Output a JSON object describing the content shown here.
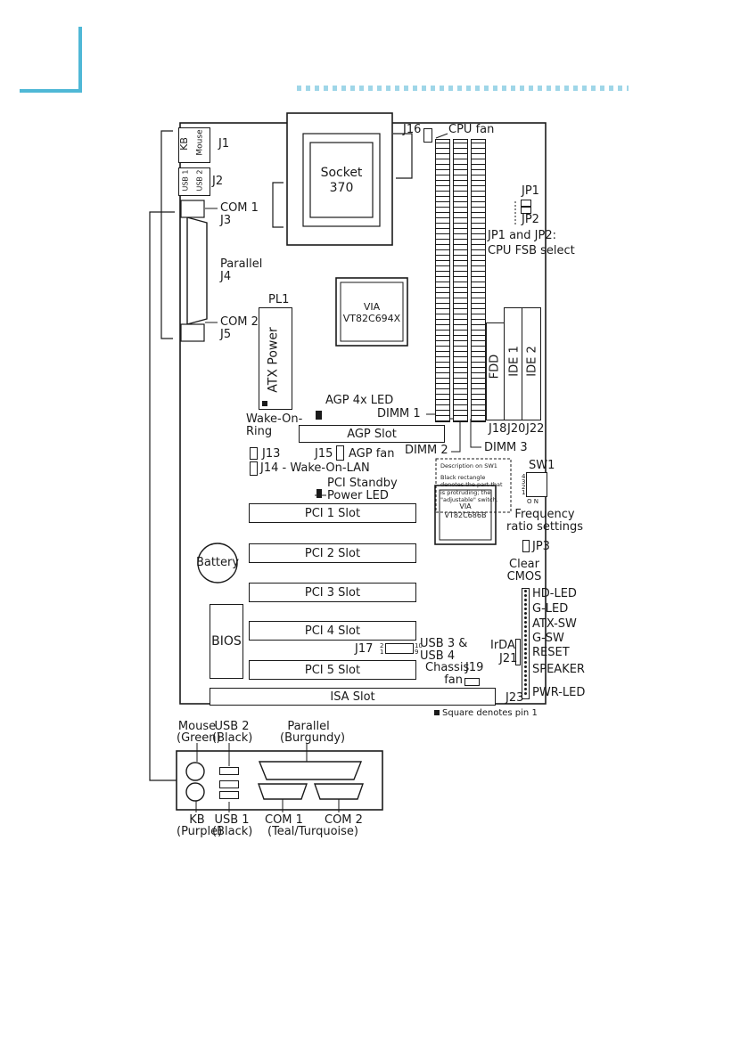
{
  "header": {
    "accent": "#4fb8d6"
  },
  "board": {
    "socket": [
      "Socket",
      "370"
    ],
    "northbridge": [
      "VIA",
      "VT82C694X"
    ],
    "southbridge": [
      "VIA",
      "VT82C686B"
    ],
    "atx_power": "ATX Power",
    "bios": "BIOS",
    "battery": "Battery",
    "slots": {
      "agp": "AGP Slot",
      "pci1": "PCI 1 Slot",
      "pci2": "PCI 2 Slot",
      "pci3": "PCI 3 Slot",
      "pci4": "PCI 4 Slot",
      "pci5": "PCI 5 Slot",
      "isa": "ISA Slot"
    },
    "drives": {
      "fdd": "FDD",
      "ide1": "IDE 1",
      "ide2": "IDE 2"
    },
    "ports_stack": {
      "kb": "KB",
      "mouse": "Mouse",
      "usb1": "USB 1",
      "usb2": "USB 2"
    },
    "sw1_note": [
      "Description on SW1",
      "Black rectangle",
      "denotes the part that",
      "is protruding; the",
      "\"adjustable\" switch."
    ],
    "sw1_nums": [
      "4",
      "3",
      "2",
      "1"
    ],
    "sw1_onoff": "O N",
    "j17_pins": {
      "tl": "2",
      "bl": "1",
      "tr": "10",
      "br": "9"
    }
  },
  "labels": {
    "j16": "J16",
    "cpu_fan": "CPU fan",
    "j1": "J1",
    "j2": "J2",
    "com1_j3": [
      "COM 1",
      "J3"
    ],
    "parallel_j4": [
      "Parallel",
      "J4"
    ],
    "com2_j5": [
      "COM 2",
      "J5"
    ],
    "jp1": "JP1",
    "jp2": "JP2",
    "jp1_jp2": [
      "JP1 and JP2:",
      "CPU FSB select"
    ],
    "pl1": "PL1",
    "agp_led": "AGP 4x LED",
    "wake_ring": [
      "Wake-On-",
      "Ring"
    ],
    "j13": "J13",
    "j15": "J15",
    "agp_fan": "AGP fan",
    "j14": "J14 - Wake-On-LAN",
    "pci_standby": [
      "PCI Standby",
      "Power LED"
    ],
    "dimm1": "DIMM 1",
    "dimm2": "DIMM 2",
    "dimm3": "DIMM 3",
    "j18": "J18",
    "j20": "J20",
    "j22": "J22",
    "sw1": "SW1",
    "freq": [
      "Frequency",
      "ratio settings"
    ],
    "jp3": "JP3",
    "clear_cmos": [
      "Clear",
      "CMOS"
    ],
    "hd_led": "HD-LED",
    "g_led": "G-LED",
    "atx_sw": "ATX-SW",
    "g_sw": "G-SW",
    "reset": "RESET",
    "speaker": "SPEAKER",
    "pwr_led": "PWR-LED",
    "irda": "IrDA",
    "j21": "J21",
    "j23": "J23",
    "j17": "J17",
    "usb34": [
      "USB 3 &",
      "USB 4"
    ],
    "j19": "J19",
    "chassis_fan": [
      "Chassis",
      "fan"
    ],
    "pin1_note": "Square denotes pin 1"
  },
  "back_panel": {
    "mouse": [
      "Mouse",
      "(Green)"
    ],
    "usb2": [
      "USB 2",
      "(Black)"
    ],
    "parallel": [
      "Parallel",
      "(Burgundy)"
    ],
    "kb": [
      "KB",
      "(Purple)"
    ],
    "usb1": [
      "USB 1",
      "(Black)"
    ],
    "com1": "COM 1",
    "com2": "COM 2",
    "com_color": "(Teal/Turquoise)"
  }
}
